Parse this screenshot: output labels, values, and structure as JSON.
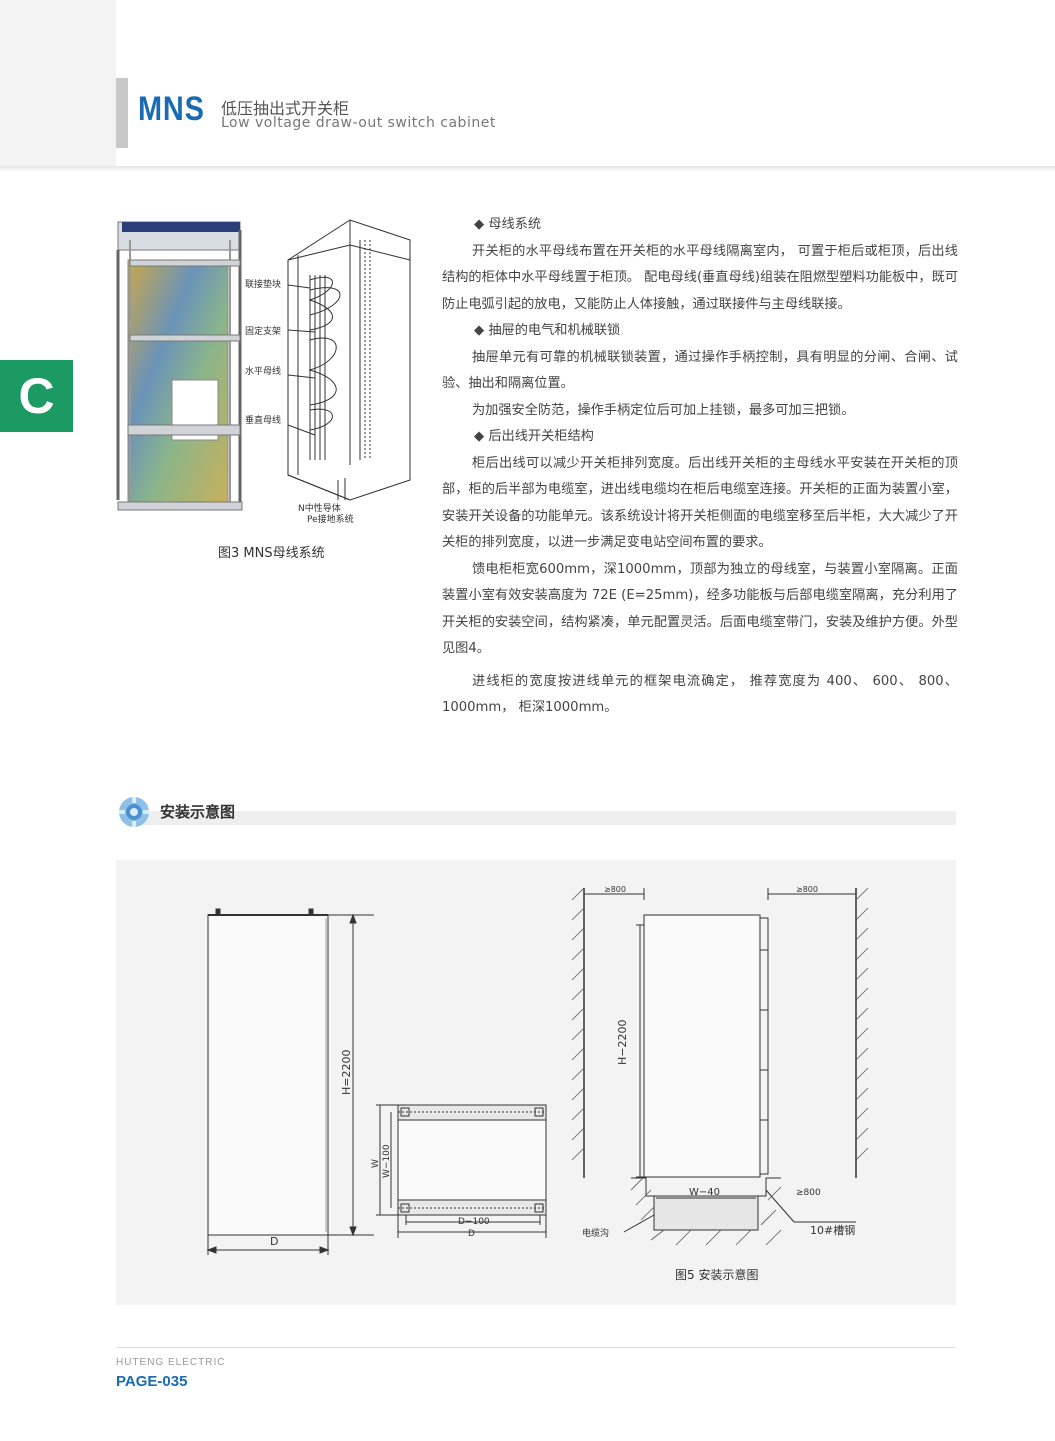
{
  "header": {
    "brand": "MNS",
    "title_cn": "低压抽出式开关柜",
    "title_en": "Low voltage draw-out switch cabinet"
  },
  "section_tab": "C",
  "figure3": {
    "labels": [
      "联接垫块",
      "固定支架",
      "水平母线",
      "垂直母线"
    ],
    "bottom_label_1": "N中性导体",
    "bottom_label_2": "Pe接地系统",
    "caption": "图3  MNS母线系统"
  },
  "text": {
    "h1": "◆  母线系统",
    "p1": "开关柜的水平母线布置在开关柜的水平母线隔离室内， 可置于柜后或柜顶，后出线结构的柜体中水平母线置于柜顶。 配电母线(垂直母线)组装在阻燃型塑料功能板中，既可防止电弧引起的放电，又能防止人体接触，通过联接件与主母线联接。",
    "h2": "◆  抽屉的电气和机械联锁",
    "p2": "抽屉单元有可靠的机械联锁装置，通过操作手柄控制，具有明显的分闸、合闸、试验、抽出和隔离位置。",
    "p3": "为加强安全防范，操作手柄定位后可加上挂锁，最多可加三把锁。",
    "h3": "◆  后出线开关柜结构",
    "p4": "柜后出线可以减少开关柜排列宽度。后出线开关柜的主母线水平安装在开关柜的顶部，柜的后半部为电缆室，进出线电缆均在柜后电缆室连接。开关柜的正面为装置小室，安装开关设备的功能单元。该系统设计将开关柜侧面的电缆室移至后半柜，大大减少了开关柜的排列宽度，以进一步满足变电站空间布置的要求。",
    "p5": "馈电柜柜宽600mm，深1000mm，顶部为独立的母线室，与装置小室隔离。正面装置小室有效安装高度为 72E (E=25mm)，经多功能板与后部电缆室隔离，充分利用了开关柜的安装空间，结构紧凑，单元配置灵活。后面电缆室带门，安装及维护方便。外型见图4。",
    "p6": "进线柜的宽度按进线单元的框架电流确定， 推荐宽度为 400、 600、 800、 1000mm， 柜深1000mm。"
  },
  "install": {
    "title": "安装示意图",
    "dim_h": "H=2200",
    "dim_d": "D",
    "dim_w": "W",
    "dim_w100": "W−100",
    "dim_d100": "D−100",
    "dim_d2": "D",
    "ge800_left": "≥800",
    "ge800_right": "≥800",
    "h2200": "H−2200",
    "w40": "W−40",
    "ge800_bottom": "≥800",
    "cable_trench": "电缆沟",
    "channel_steel": "10#槽钢",
    "caption": "图5 安装示意图"
  },
  "footer": {
    "company": "HUTENG ELECTRIC",
    "page": "PAGE-035"
  }
}
